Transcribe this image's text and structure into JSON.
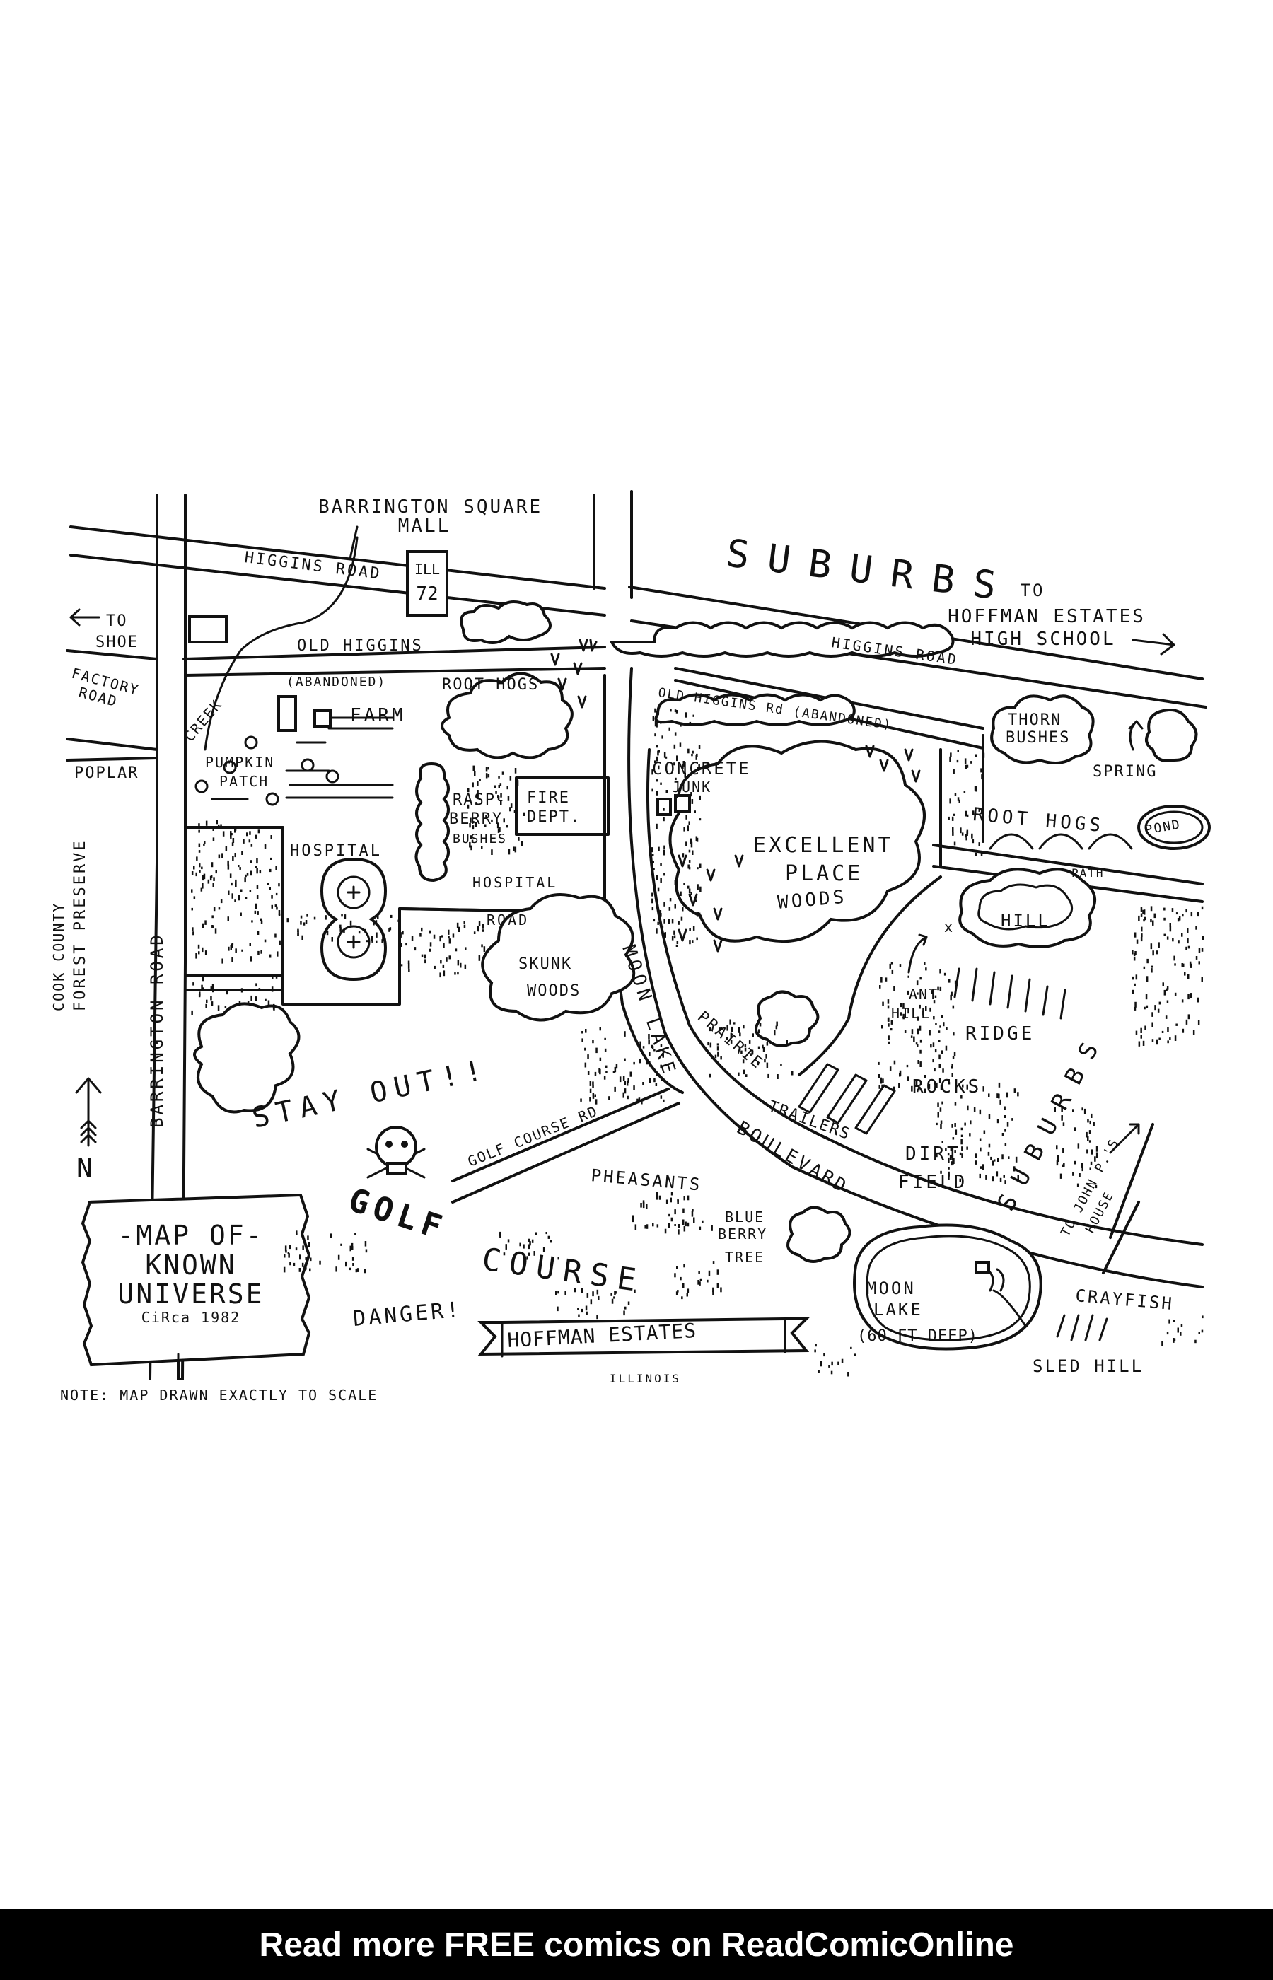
{
  "map": {
    "labels": {
      "barrington_square": "BARRINGTON SQUARE",
      "mall": "MALL",
      "suburbs_top": "SUBURBS",
      "higgins_road_left": "HIGGINS ROAD",
      "ill": "ILL",
      "seventy_two": "72",
      "to_hoffman": "TO",
      "hoffman_estates": "HOFFMAN ESTATES",
      "high_school": "HIGH SCHOOL",
      "to_shoe_to": "TO",
      "to_shoe": "SHOE",
      "old_higgins": "OLD HIGGINS",
      "higgins_road_right": "HIGGINS ROAD",
      "factory": "FACTORY",
      "road": "ROAD",
      "abandoned": "(ABANDONED)",
      "root_hogs_left": "ROOT HOGS",
      "old_higgins_rd_abandoned": "OLD HIGGINS Rd (ABANDONED)",
      "thorn": "THORN",
      "bushes_thorn": "BUSHES",
      "creek": "CREEK",
      "farm": "FARM",
      "pumpkin": "PUMPKIN",
      "patch": "PATCH",
      "poplar": "POPLAR",
      "concrete": "CONCRETE",
      "junk": "JUNK",
      "spring": "SPRING",
      "root_hogs_right": "ROOT HOGS",
      "pond": "POND",
      "rasp": "RASP-",
      "berry": "BERRY",
      "bushes": "BUSHES",
      "fire": "FIRE",
      "dept": "DEPT.",
      "excellent": "EXCELLENT",
      "place": "PLACE",
      "woods": "WOODS",
      "hospital_label": "HOSPITAL",
      "hospital_road": "HOSPITAL",
      "road_small": "ROAD",
      "path": "PATH",
      "hill": "HILL",
      "cook_county": "COOK COUNTY",
      "forest_preserve": "FOREST PRESERVE",
      "skunk": "SKUNK",
      "skunk_woods": "WOODS",
      "ant": "ANT",
      "ant_hill": "HILL",
      "barrington_road": "BARRINGTON ROAD",
      "moon_lake": "MOON LAKE",
      "prairie": "PRAIRIE",
      "ridge": "RIDGE",
      "suburbs_right": "SUBURBS",
      "rocks": "ROCKS",
      "stay_out": "STAY OUT!!",
      "trailers": "TRAILERS",
      "golf_course_rd": "GOLF COURSE RD",
      "dirt": "DIRT",
      "field": "FIELD",
      "boulevard": "BOULEVARD",
      "north": "N",
      "pheasants": "PHEASANTS",
      "to_john_ps": "TO JOHN P.'S",
      "house": "HOUSE",
      "golf": "GOLF",
      "course": "COURSE",
      "blue": "BLUE",
      "blue_berry": "BERRY",
      "tree": "TREE",
      "moon": "MOON",
      "lake": "LAKE",
      "sixty_ft_deep": "(60 FT DEEP)",
      "crayfish": "CRAYFISH",
      "danger": "DANGER!",
      "sled_hill": "SLED HILL",
      "hoffman_banner": "HOFFMAN ESTATES",
      "illinois": "ILLINOIS",
      "note": "NOTE: MAP DRAWN EXACTLY TO SCALE"
    },
    "title_sign": {
      "line1": "-MAP OF-",
      "line2": "KNOWN",
      "line3": "UNIVERSE",
      "line4": "CiRca 1982"
    }
  },
  "footer": {
    "text": "Read more FREE comics on ReadComicOnline"
  }
}
